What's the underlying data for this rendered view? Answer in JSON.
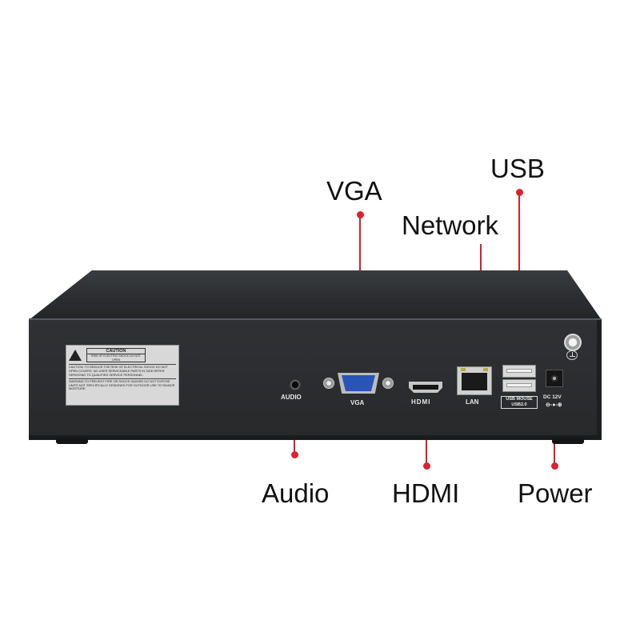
{
  "callouts": {
    "vga": "VGA",
    "usb": "USB",
    "network": "Network",
    "audio": "Audio",
    "hdmi": "HDMI",
    "power": "Power"
  },
  "panel_labels": {
    "audio": "AUDIO",
    "vga": "VGA",
    "hdmi": "HDMI",
    "lan": "LAN",
    "usb_mouse": "USB MOUSE",
    "usb_version": "USB2.0",
    "dc": "DC 12V"
  },
  "sticker": {
    "caution_title": "CAUTION",
    "caution_sub": "RISK OF ELECTRIC SHOCK DO NOT OPEN",
    "warning_1": "CAUTION: TO REDUCE THE RISK OF ELECTRICAL SHOCK DO NOT OPEN COVERS, NO USER SERVICEABLE PARTS IN SIDE.REFER SERVICING TO QUALIFIED SERVICE PERSONNEL.",
    "warning_2": "WARNING:TO PREVENT FIRE OR SHOCK HAZARD DO NOT EXPOSE UNITS NOT SPECIFICALLY DESIGNED FOR OUTDOOR USE TO RAINOR MOISTURE."
  },
  "colors": {
    "leader_red": "#d4202c",
    "device_body": "#2b2d30",
    "vga_blue": "#2a55b8",
    "background": "#ffffff"
  },
  "icons": [
    "warning-triangle-icon",
    "ground-symbol-icon",
    "dc-polarity-icon"
  ]
}
